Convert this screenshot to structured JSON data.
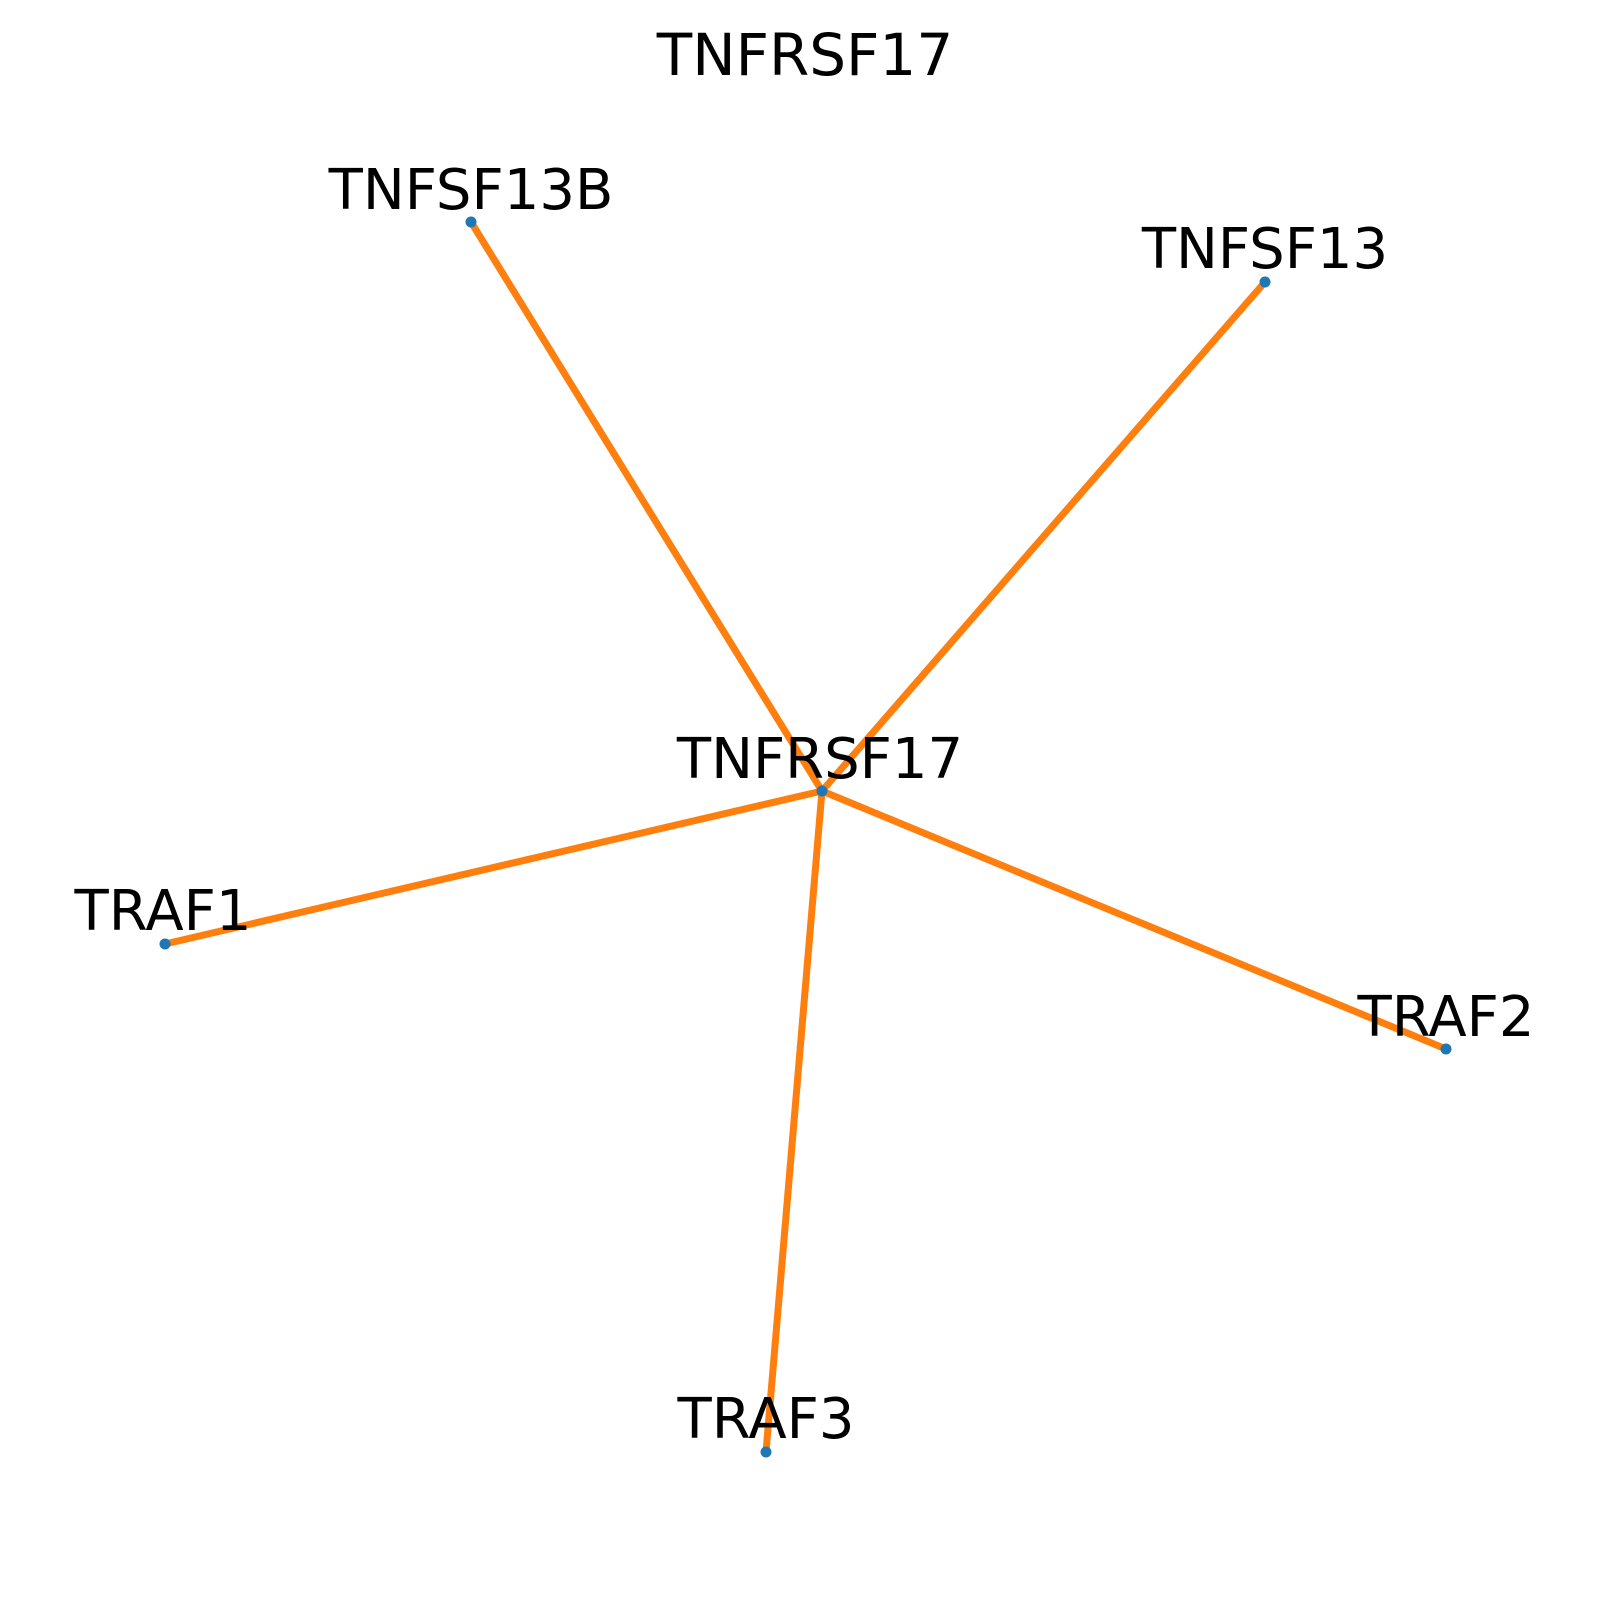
{
  "title": "TNFRSF17",
  "colors": {
    "edge": "#ff7f0e",
    "node": "#1f77b4",
    "label": "#000000",
    "background": "#ffffff"
  },
  "nodes": [
    {
      "id": "center",
      "label": "TNFRSF17"
    },
    {
      "id": "tnfsf13b",
      "label": "TNFSF13B"
    },
    {
      "id": "tnfsf13",
      "label": "TNFSF13"
    },
    {
      "id": "traf1",
      "label": "TRAF1"
    },
    {
      "id": "traf2",
      "label": "TRAF2"
    },
    {
      "id": "traf3",
      "label": "TRAF3"
    }
  ],
  "edges": [
    {
      "source": "center",
      "target": "tnfsf13b"
    },
    {
      "source": "center",
      "target": "tnfsf13"
    },
    {
      "source": "center",
      "target": "traf1"
    },
    {
      "source": "center",
      "target": "traf2"
    },
    {
      "source": "center",
      "target": "traf3"
    }
  ]
}
